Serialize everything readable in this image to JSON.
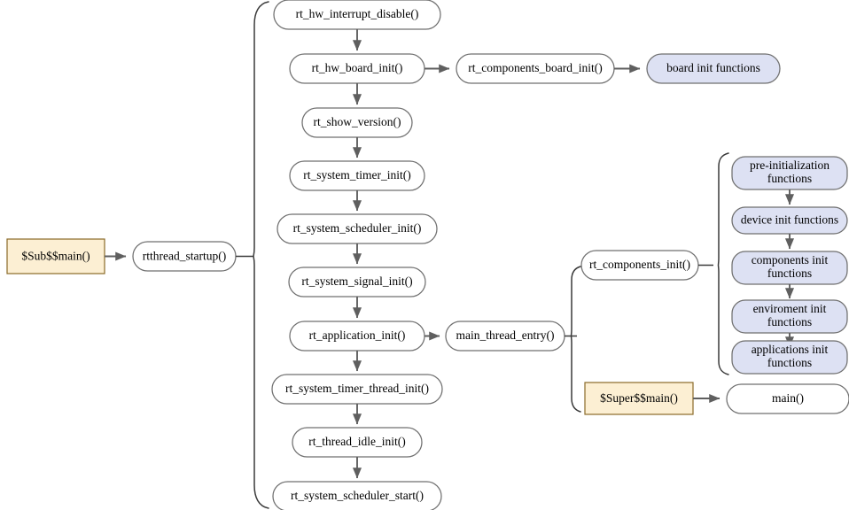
{
  "diagram": {
    "title": "RT-Thread startup sequence flowchart",
    "colors": {
      "plain_fill": "#ffffff",
      "plain_stroke": "#6f6f6f",
      "blue_fill": "#dde1f3",
      "blue_stroke": "#6f6f6f",
      "tan_fill": "#fcefd3",
      "tan_stroke": "#8a6a28",
      "edge": "#5f5f5f",
      "brace": "#3a3a3a",
      "text": "#000000",
      "background": "#ffffff"
    },
    "entry": {
      "sub_main": "$Sub$$main()",
      "rtthread_startup": "rtthread_startup()"
    },
    "startup_steps": [
      {
        "label": "rt_hw_interrupt_disable()"
      },
      {
        "label": "rt_hw_board_init()"
      },
      {
        "label": "rt_show_version()"
      },
      {
        "label": "rt_system_timer_init()"
      },
      {
        "label": "rt_system_scheduler_init()"
      },
      {
        "label": "rt_system_signal_init()"
      },
      {
        "label": "rt_application_init()"
      },
      {
        "label": "rt_system_timer_thread_init()"
      },
      {
        "label": "rt_thread_idle_init()"
      },
      {
        "label": "rt_system_scheduler_start()"
      }
    ],
    "board_branch": {
      "components_board_init": "rt_components_board_init()",
      "board_init_functions": "board init functions"
    },
    "main_branch": {
      "main_thread_entry": "main_thread_entry()",
      "components_init": "rt_components_init()",
      "super_main": "$Super$$main()",
      "main": "main()"
    },
    "init_functions": [
      {
        "line1": "pre-initialization",
        "line2": "functions"
      },
      {
        "line1": "device init functions",
        "line2": ""
      },
      {
        "line1": "components init",
        "line2": "functions"
      },
      {
        "line1": "enviroment init",
        "line2": "functions"
      },
      {
        "line1": "applications init",
        "line2": "functions"
      }
    ]
  }
}
